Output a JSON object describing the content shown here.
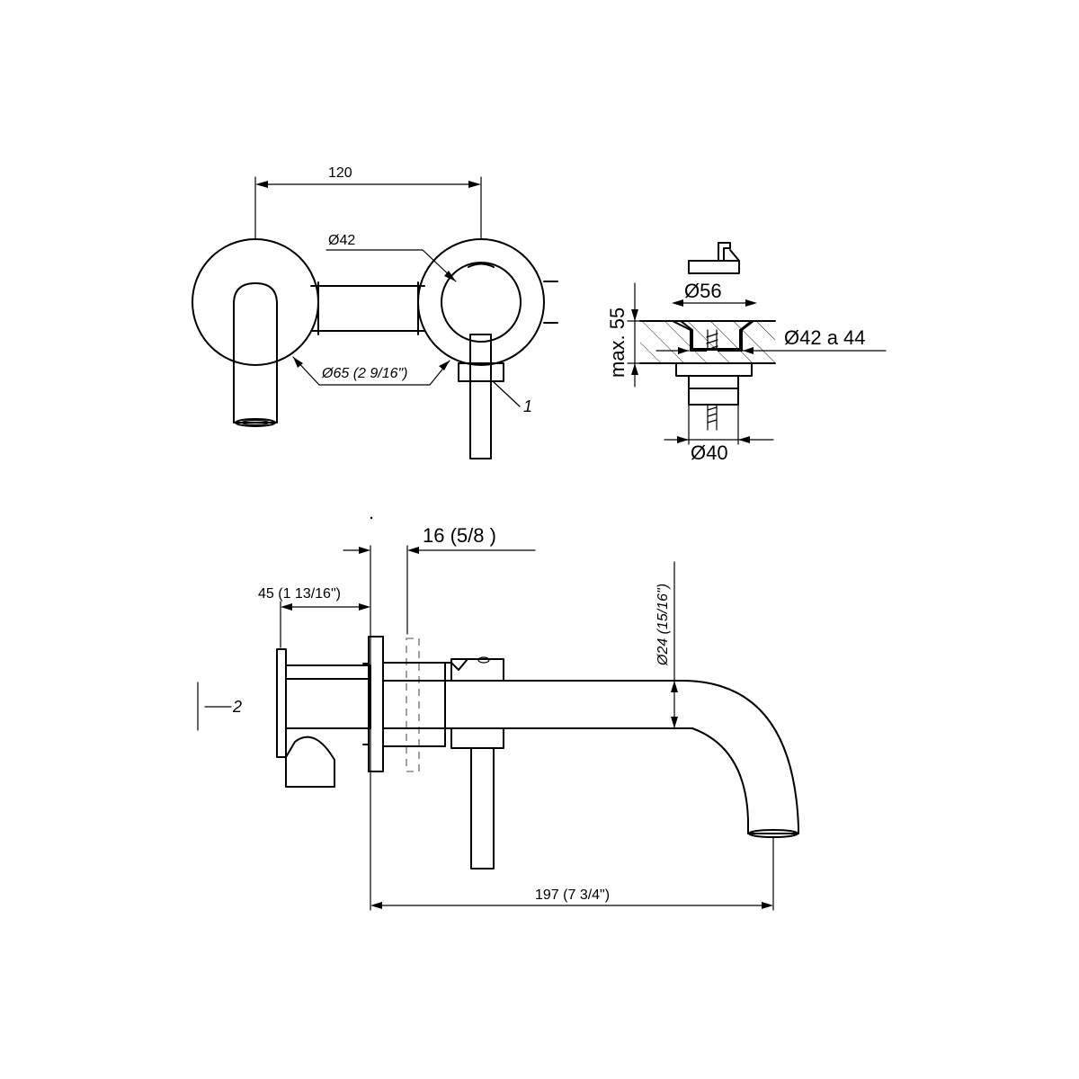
{
  "labels": {
    "width_120": "120",
    "dia_42": "Ø42",
    "dia_65": "Ø65 (2 9/16\")",
    "callout_1": "1",
    "dia_56": "Ø56",
    "max_55": "max. 55",
    "dia_42_44": "Ø42 a 44",
    "dia_40": "Ø40",
    "dim_16": "16 (5/8 )",
    "dim_45": "45 (1 13/16\")",
    "dia_24": "Ø24 (15/16\")",
    "callout_2": "2",
    "length_197": "197 (7 3/4\")"
  },
  "colors": {
    "line": "#000000",
    "hidden": "#888888",
    "background": "#ffffff"
  }
}
